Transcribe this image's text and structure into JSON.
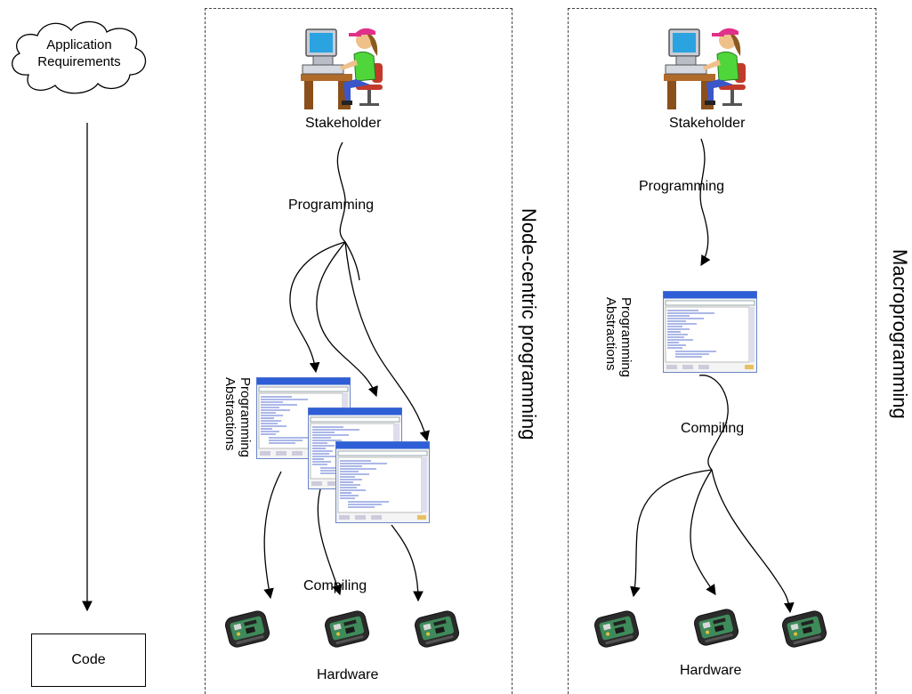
{
  "left_column": {
    "cloud_text_line1": "Application",
    "cloud_text_line2": "Requirements",
    "code_label": "Code"
  },
  "node_centric": {
    "title": "Node-centric  programming",
    "stakeholder_label": "Stakeholder",
    "programming_label": "Programming",
    "abstractions_label": "Programming\nAbstractions",
    "compiling_label": "Compiling",
    "hardware_label": "Hardware"
  },
  "macro": {
    "title": "Macroprogramming",
    "stakeholder_label": "Stakeholder",
    "programming_label": "Programming",
    "abstractions_label": "Programming\nAbstractions",
    "compiling_label": "Compiling",
    "hardware_label": "Hardware"
  },
  "colors": {
    "panel_border": "#444444",
    "arrow": "#000000",
    "window_titlebar": "#2e5fd6",
    "window_text": "#2040c0",
    "hardware_body": "#2b2b2b",
    "hardware_board": "#3f8a5a"
  },
  "icons": [
    "cloud-shape",
    "stakeholder-at-computer-icon",
    "code-window-icon",
    "sensor-node-hardware-icon"
  ]
}
